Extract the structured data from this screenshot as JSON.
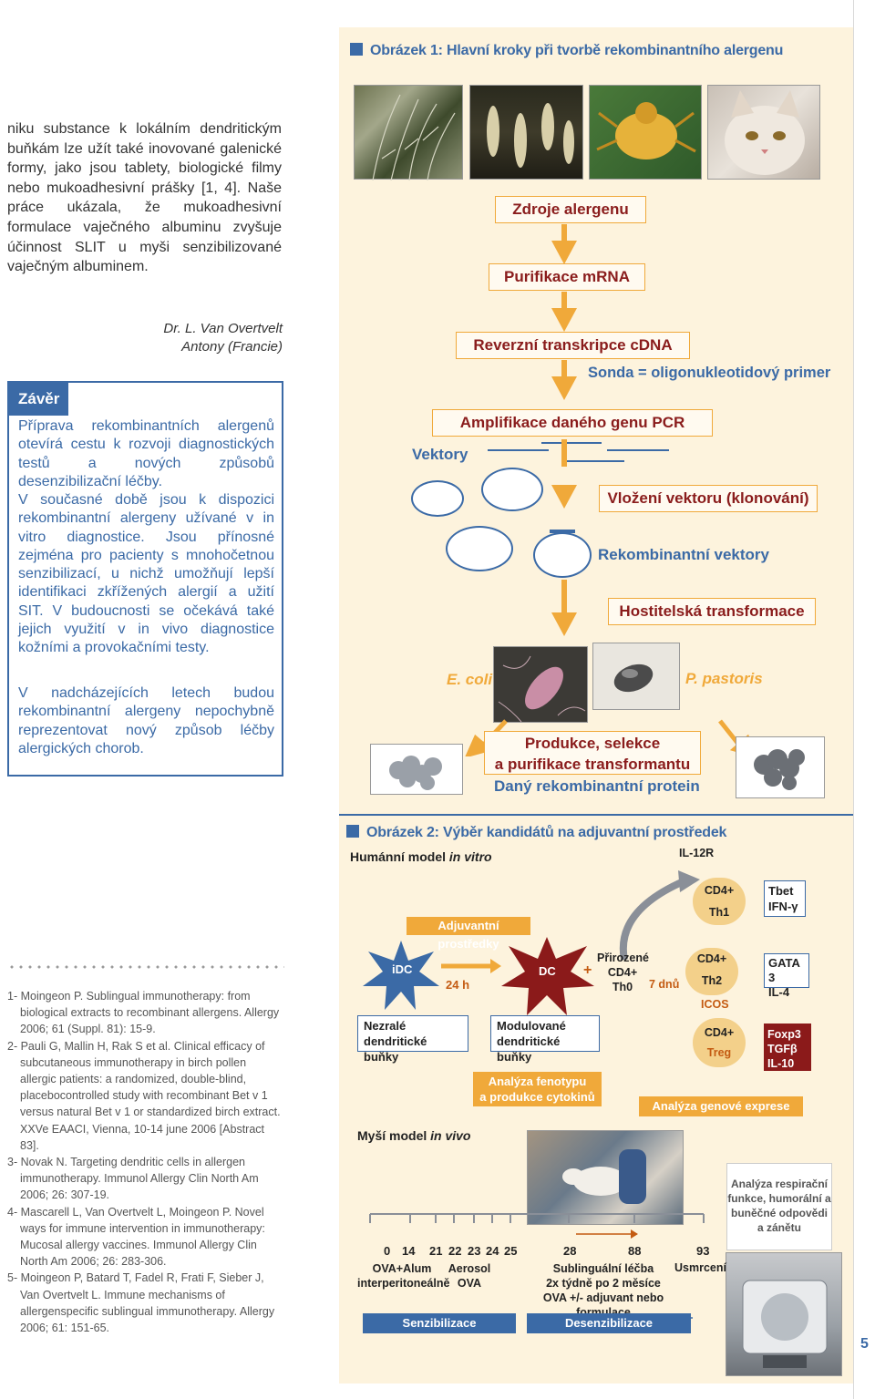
{
  "figure1": {
    "title": "Obrázek 1: Hlavní kroky při tvorbě rekombinantního alergenu",
    "steps": {
      "zdroje": "Zdroje alergenu",
      "purifikace": "Purifikace mRNA",
      "reverzni": "Reverzní transkripce cDNA",
      "sonda": "Sonda = oligonukleotidový primer",
      "amplifikace": "Amplifikace daného genu PCR",
      "vektory": "Vektory",
      "vlozeni": "Vložení vektoru (klonování)",
      "rekombinantni_vektory": "Rekombinantní vektory",
      "hostitelska": "Hostitelská transformace",
      "ecoli": "E. coli",
      "pastoris": "P. pastoris",
      "produkce_line1": "Produkce, selekce",
      "produkce_line2": "a purifikace transformantu",
      "protein": "Daný rekombinantní protein"
    }
  },
  "intro_paragraph": "niku substance k lokálním dendritickým buňkám lze užít také inovované galenické formy, jako jsou tablety, biologické filmy nebo mukoadhesivní prášky [1, 4]. Naše práce ukázala, že mukoadhesivní formulace vaječného albuminu zvyšuje účinnost SLIT u myši senzibilizované vaječným albuminem.",
  "author": {
    "line1": "Dr. L. Van Overtvelt",
    "line2": "Antony (Francie)"
  },
  "conclusion": {
    "heading": "Závěr",
    "para1": "Příprava rekombinantních alergenů otevírá cestu k rozvoji diagnostických testů a nových způsobů desenzibilizační léčby.",
    "para2": "V současné době jsou k dispozici rekombinantní alergeny užívané v in vitro diagnostice. Jsou přínosné zejména pro pacienty s mnohočetnou senzibilizací, u nichž umožňují lepší identifikaci zkřížených alergií a užití SIT. V budoucnosti se očekává také jejich využití v in vivo diagnostice kožními a provokačními testy.",
    "para3": "V nadcházejících letech budou rekombinantní alergeny nepochybně reprezentovat nový způsob léčby alergických chorob."
  },
  "references": [
    "1- Moingeon P. Sublingual immunotherapy: from biological extracts to recombinant allergens. Allergy 2006; 61 (Suppl. 81): 15-9.",
    "2- Pauli G, Mallin H, Rak S et al. Clinical efficacy of subcutaneous immunotherapy in birch pollen allergic patients: a randomized, double-blind, placebocontrolled study with recombinant Bet v 1 versus natural Bet v 1 or standardized birch extract. XXVe EAACI, Vienna, 10-14 june 2006 [Abstract 83].",
    "3- Novak N. Targeting dendritic cells in allergen immunotherapy. Immunol Allergy Clin North Am 2006; 26: 307-19.",
    "4- Mascarell L, Van Overtvelt L, Moingeon P. Novel ways for immune intervention in immunotherapy: Mucosal allergy vaccines. Immunol Allergy Clin North Am 2006; 26: 283-306.",
    "5- Moingeon P, Batard T, Fadel R, Frati F, Sieber J, Van Overtvelt L. Immune mechanisms of allergenspecific sublingual immunotherapy. Allergy 2006; 61: 151-65."
  ],
  "figure2": {
    "title": "Obrázek 2: Výběr kandidátů na adjuvantní prostředek",
    "model_vitro": "Humánní model",
    "model_vitro_italic": "in vitro",
    "il12r": "IL-12R",
    "cd4_th1": "CD4+",
    "th1": "Th1",
    "tbet": "Tbet",
    "ifn": "IFN-γ",
    "adjuvant": "Adjuvantní prostředky",
    "idc": "iDC",
    "h24": "24 h",
    "dc": "DC",
    "plus": "+",
    "prirozene": "Přirozené",
    "cd4_th0": "CD4+",
    "th0": "Th0",
    "dnu7": "7 dnů",
    "cd4_th2": "CD4+",
    "th2": "Th2",
    "gata3": "GATA 3",
    "il4": "IL-4",
    "icos": "ICOS",
    "cd4_treg": "CD4+",
    "treg": "Treg",
    "foxp3": "Foxp3",
    "tgfb": "TGFβ",
    "il10": "IL-10",
    "nezrale1": "Nezralé",
    "nezrale2": "dendritické buňky",
    "modulovane1": "Modulované",
    "modulovane2": "dendritické buňky",
    "analyza_feno1": "Analýza fenotypu",
    "analyza_feno2": "a produkce cytokinů",
    "analyza_gen": "Analýza genové exprese",
    "model_vivo": "Myší model",
    "model_vivo_italic": "in vivo",
    "analyza_resp": "Analýza respirační funkce, humorální a buněčné odpovědi a zánětu",
    "timeline": [
      "0",
      "14",
      "21",
      "22",
      "23",
      "24",
      "25",
      "28",
      "88",
      "93"
    ],
    "ova_alum1": "OVA+Alum",
    "ova_alum2": "interperitoneálně",
    "aerosol1": "Aerosol",
    "aerosol2": "OVA",
    "subl1": "Sublinguální léčba",
    "subl2": "2x týdně po 2 měsíce",
    "subl3": "OVA +/- adjuvant nebo formulace",
    "usmrceni": "Usmrcení",
    "senzibilizace": "Senzibilizace",
    "desenzibilizace": "Desenzibilizace"
  },
  "page_number": "5",
  "colors": {
    "blue": "#3b6aa6",
    "orange": "#f0a93a",
    "darkred": "#8a1c1c",
    "panel": "#fdf3dd",
    "dc_red": "#8b1a1a"
  }
}
